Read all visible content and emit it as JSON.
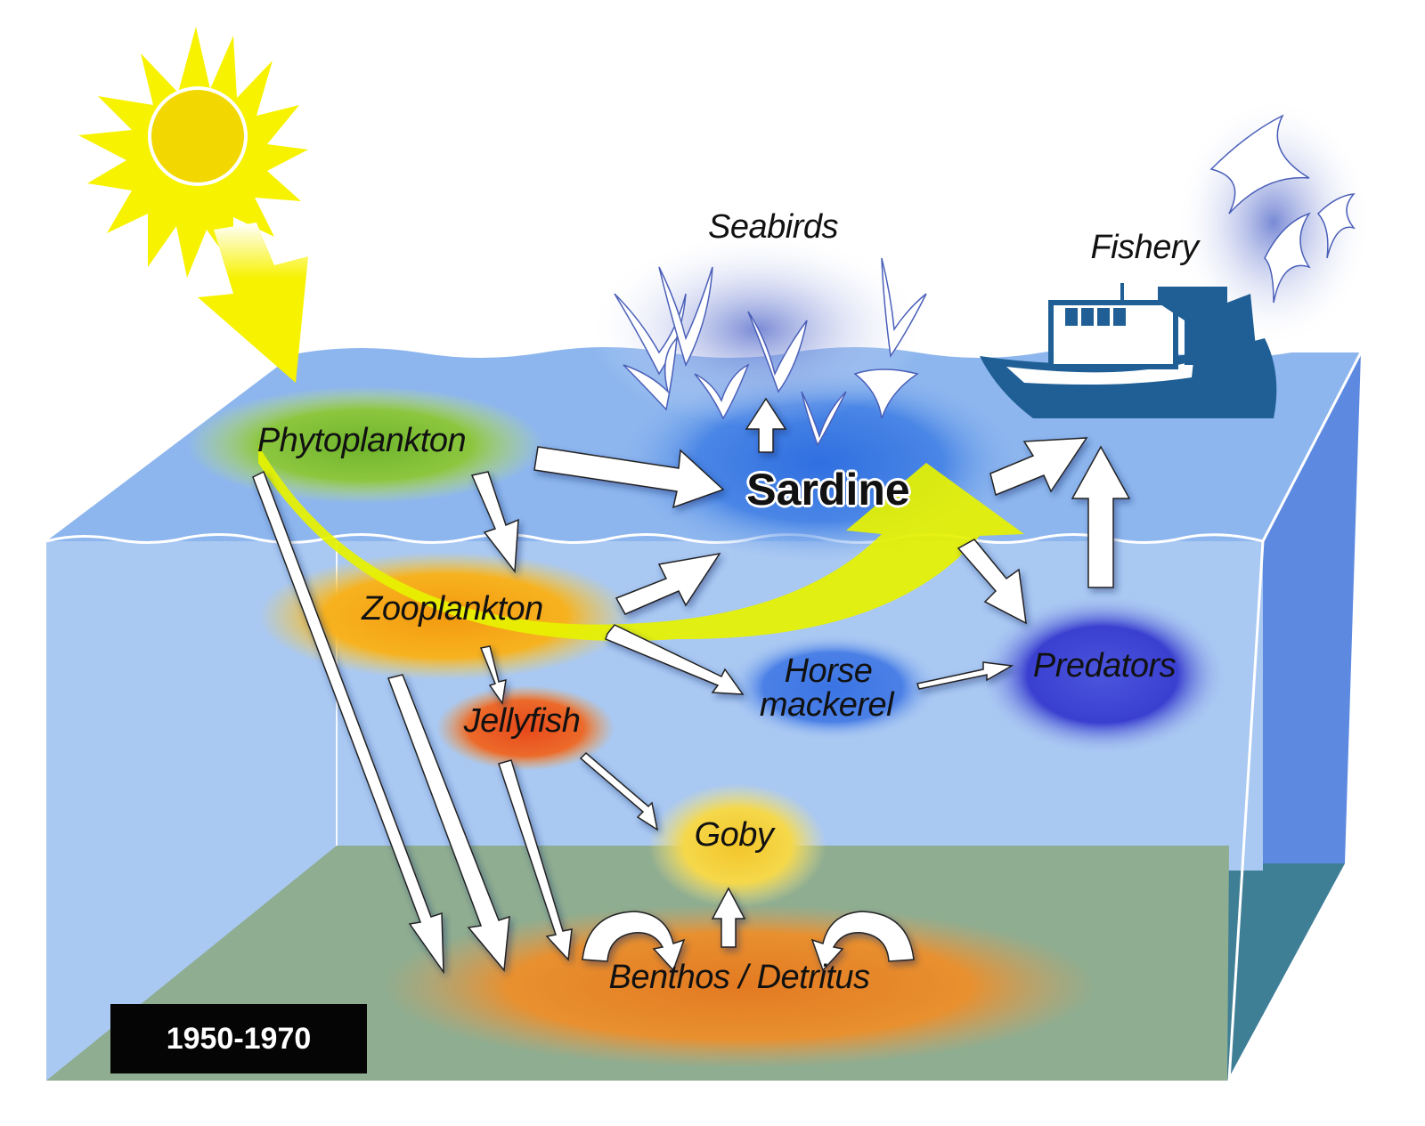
{
  "diagram": {
    "period_label": "1950-1970",
    "nodes": {
      "sun": {
        "label": ""
      },
      "phytoplankton": {
        "label": "Phytoplankton",
        "color": "#8cc63f"
      },
      "zooplankton": {
        "label": "Zooplankton",
        "color": "#f7a21b"
      },
      "sardine": {
        "label": "Sardine",
        "color": "#3d7fe0"
      },
      "seabirds": {
        "label": "Seabirds"
      },
      "fishery": {
        "label": "Fishery",
        "color": "#1f5f95"
      },
      "jellyfish": {
        "label": "Jellyfish",
        "color": "#e8581e"
      },
      "horse_mackerel": {
        "label_line1": "Horse",
        "label_line2": "mackerel",
        "color": "#3d6fe0"
      },
      "predators": {
        "label": "Predators",
        "color": "#3a3fd0"
      },
      "goby": {
        "label": "Goby",
        "color": "#f2d32a"
      },
      "benthos_detritus": {
        "label": "Benthos / Detritus",
        "color": "#e8862a"
      }
    },
    "flows": [
      {
        "from": "sun",
        "to": "phytoplankton",
        "style": "yellow-energy"
      },
      {
        "from": "phytoplankton",
        "to": "sardine",
        "style": "yellow-energy-curved"
      },
      {
        "from": "phytoplankton",
        "to": "sardine"
      },
      {
        "from": "phytoplankton",
        "to": "zooplankton"
      },
      {
        "from": "phytoplankton",
        "to": "benthos_detritus"
      },
      {
        "from": "zooplankton",
        "to": "sardine"
      },
      {
        "from": "zooplankton",
        "to": "jellyfish"
      },
      {
        "from": "zooplankton",
        "to": "horse_mackerel"
      },
      {
        "from": "zooplankton",
        "to": "benthos_detritus"
      },
      {
        "from": "sardine",
        "to": "seabirds"
      },
      {
        "from": "sardine",
        "to": "fishery"
      },
      {
        "from": "sardine",
        "to": "predators"
      },
      {
        "from": "horse_mackerel",
        "to": "predators"
      },
      {
        "from": "predators",
        "to": "fishery"
      },
      {
        "from": "jellyfish",
        "to": "goby"
      },
      {
        "from": "jellyfish",
        "to": "benthos_detritus"
      },
      {
        "from": "benthos_detritus",
        "to": "goby"
      },
      {
        "from": "benthos_detritus",
        "to": "benthos_detritus",
        "style": "recycle-loop"
      }
    ],
    "colors": {
      "ocean_front": "#a9c8f2",
      "ocean_top": "#8db6ee",
      "ocean_side": "#5d8ae0",
      "seafloor": "#8fad90",
      "seafloor_side": "#3f7f96",
      "sun": "#f7f200",
      "sun_core": "#f2d800",
      "badge_bg": "#050505"
    }
  }
}
